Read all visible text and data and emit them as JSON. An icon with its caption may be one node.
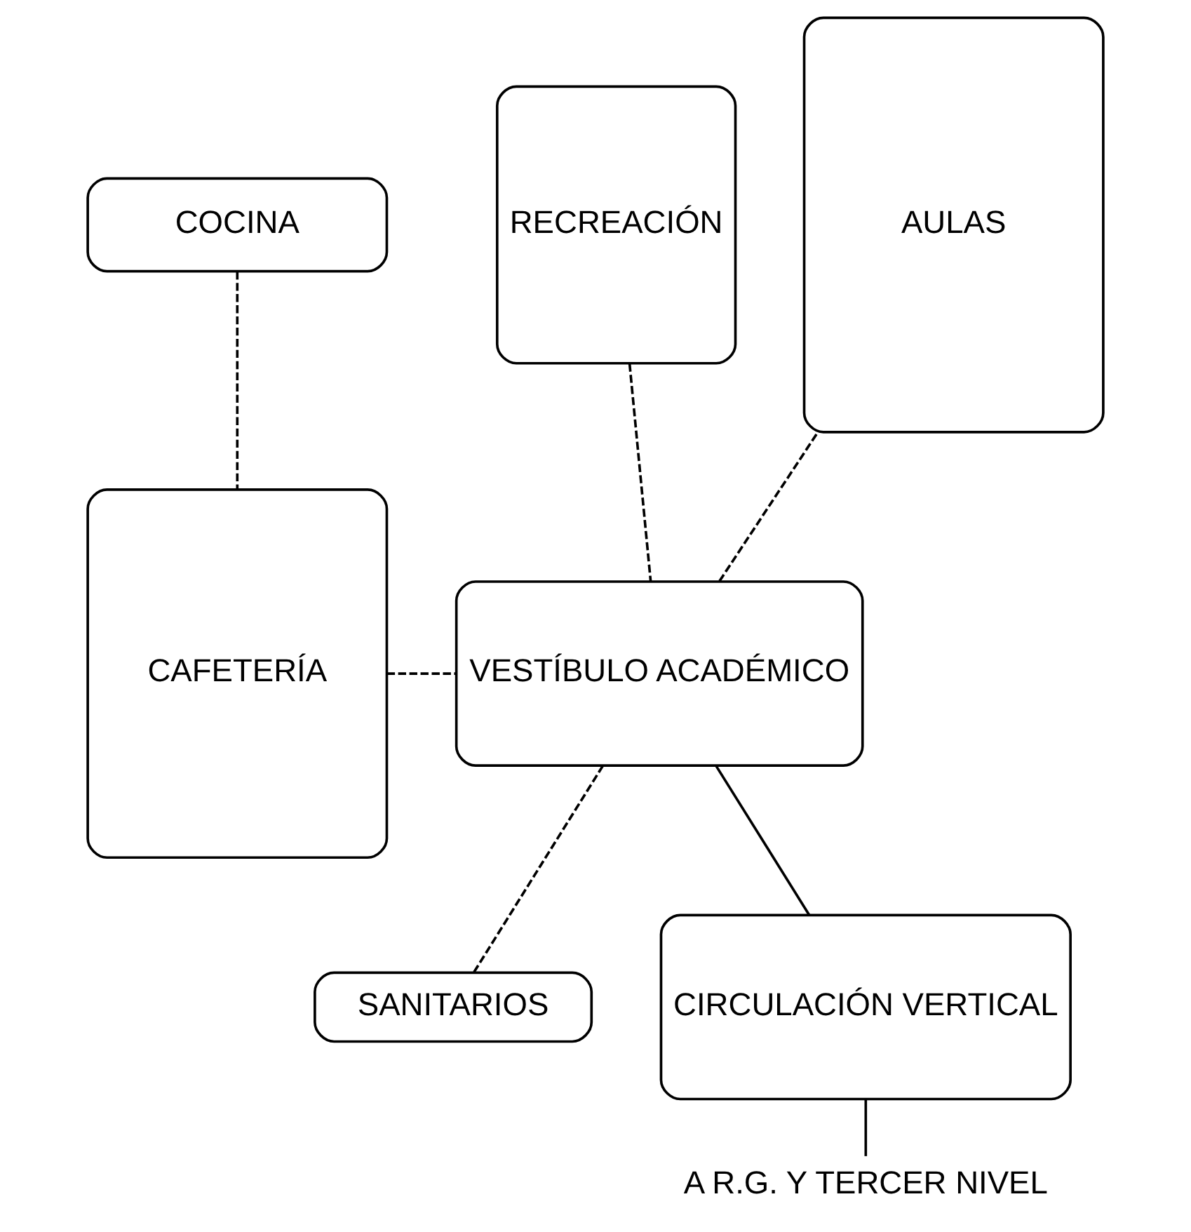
{
  "diagram": {
    "nodes": [
      {
        "text": [
          "COCINA"
        ]
      },
      {
        "text": [
          "RECREACIÓN"
        ]
      },
      {
        "text": [
          "AULAS"
        ]
      },
      {
        "text": [
          "CAFETERÍA"
        ]
      },
      {
        "text": [
          "VESTÍBULO ACADÉMICO"
        ]
      },
      {
        "text": [
          "SANITARIOS"
        ]
      },
      {
        "text": [
          "CIRCULACIÓN VERTICAL"
        ]
      },
      {
        "text": [
          "A R.G. Y TERCER NIVEL"
        ]
      }
    ],
    "edges": [
      {
        "from": 0,
        "to": 3,
        "arrow": "none",
        "style": "dashed"
      },
      {
        "from": 1,
        "to": 4,
        "arrow": "none",
        "style": "dashed"
      },
      {
        "from": 4,
        "to": 2,
        "arrow": "none",
        "style": "dashed"
      },
      {
        "from": 3,
        "to": 4,
        "arrow": "none",
        "style": "dashed"
      },
      {
        "from": 4,
        "to": 5,
        "arrow": "none",
        "style": "dashed"
      },
      {
        "from": 4,
        "to": 6,
        "arrow": "none"
      },
      {
        "from": 6,
        "to": 7,
        "arrow": "none"
      }
    ]
  }
}
